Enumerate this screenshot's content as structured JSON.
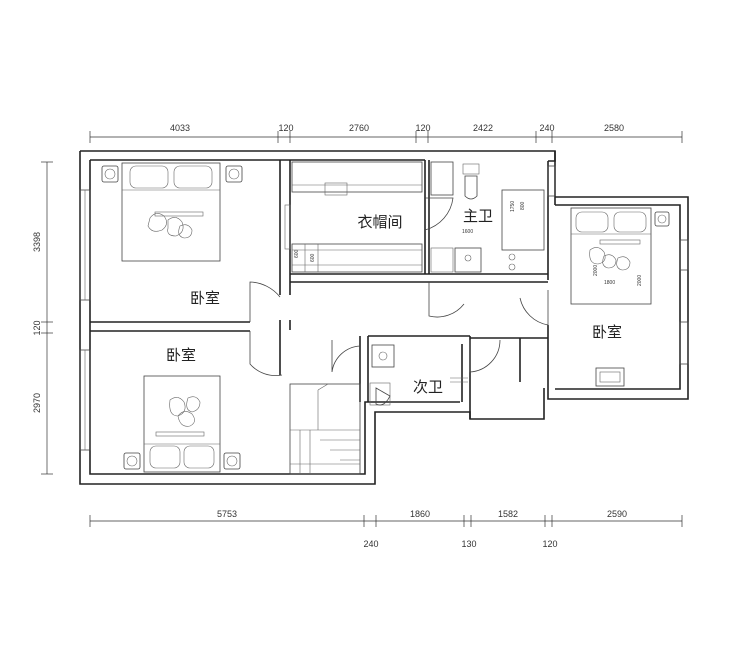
{
  "dimensions": {
    "top": [
      "4033",
      "120",
      "2760",
      "120",
      "2422",
      "240",
      "2580"
    ],
    "bottom": [
      "5753",
      "1860",
      "1582",
      "2590"
    ],
    "bottom_small": [
      "240",
      "130",
      "120"
    ],
    "left": [
      "3398",
      "120",
      "2970"
    ]
  },
  "rooms": {
    "bedroom_top_left": "卧室",
    "bedroom_bottom_left": "卧室",
    "bedroom_right": "卧室",
    "cloakroom": "衣帽间",
    "master_bath": "主卫",
    "second_bath": "次卫"
  },
  "fixtures": {
    "cloak_dim_a": "600",
    "cloak_dim_b": "600",
    "bath_dim_a": "1600",
    "bath_dim_b": "1750",
    "bath_dim_c": "800",
    "bed_right_dim_a": "1800",
    "bed_right_dim_b": "2000",
    "bed_right_dim_c": "2000"
  }
}
